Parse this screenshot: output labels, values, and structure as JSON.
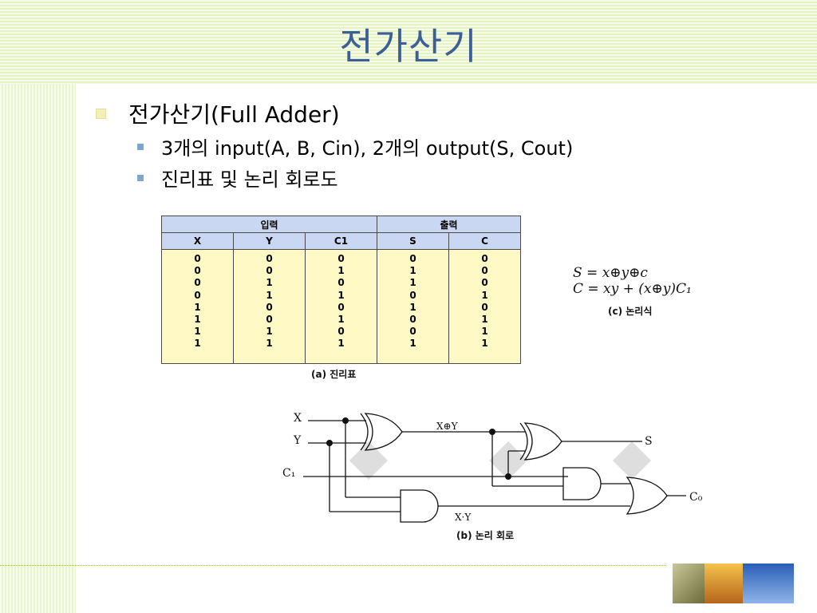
{
  "slide": {
    "title": "전가산기",
    "bullet1": "전가산기(Full Adder)",
    "sub_bullets": [
      "3개의 input(A, B, Cin), 2개의 output(S, Cout)",
      "진리표 및 논리 회로도"
    ]
  },
  "truth_table": {
    "group_headers": [
      "입력",
      "출력"
    ],
    "columns": [
      "X",
      "Y",
      "C1",
      "S",
      "C"
    ],
    "values": {
      "X": [
        "0",
        "0",
        "0",
        "0",
        "1",
        "1",
        "1",
        "1"
      ],
      "Y": [
        "0",
        "0",
        "1",
        "1",
        "0",
        "0",
        "1",
        "1"
      ],
      "C1": [
        "0",
        "1",
        "0",
        "1",
        "0",
        "1",
        "0",
        "1"
      ],
      "S": [
        "0",
        "1",
        "1",
        "0",
        "1",
        "0",
        "0",
        "1"
      ],
      "C": [
        "0",
        "0",
        "0",
        "1",
        "0",
        "1",
        "1",
        "1"
      ]
    },
    "caption": "(a) 진리표"
  },
  "logic_formula": {
    "s_line": "S = x⊕y⊕c",
    "c_line": "C = xy + (x⊕y)C₁",
    "caption": "(c) 논리식"
  },
  "circuit": {
    "input_x": "X",
    "input_y": "Y",
    "input_c1": "C₁",
    "xor_label": "X⊕Y",
    "and_label": "X·Y",
    "output_s": "S",
    "output_c": "C₀",
    "caption": "(b) 논리 회로"
  },
  "colors": {
    "title": "#3d5f96",
    "table_header_bg": "#c9d7f2",
    "table_body_bg": "#fff9c6",
    "bullet_l1": "#f3efb8",
    "bullet_l2": "#7ea6cf"
  }
}
